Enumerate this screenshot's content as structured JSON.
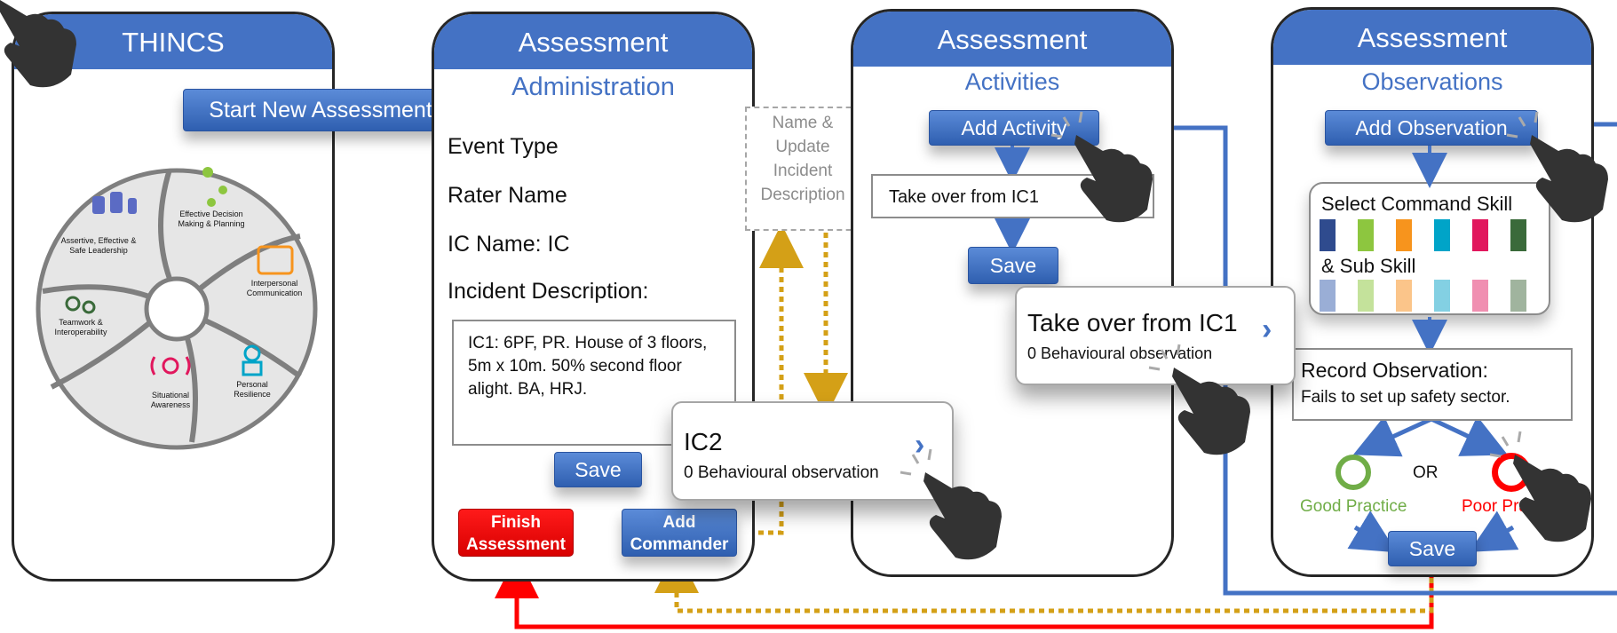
{
  "screens": {
    "home": {
      "title": "THINCS"
    },
    "admin": {
      "title": "Assessment",
      "subtitle": "Administration"
    },
    "activities": {
      "title": "Assessment",
      "subtitle": "Activities"
    },
    "observations": {
      "title": "Assessment",
      "subtitle": "Observations"
    }
  },
  "home": {
    "start_prompt": "Start New Assessment?",
    "wheel_segments": [
      "Assertive, Effective & Safe Leadership",
      "Effective Decision Making & Planning",
      "Interpersonal Communication",
      "Personal Resilience",
      "Situational Awareness",
      "Teamwork & Interoperability"
    ]
  },
  "admin": {
    "event_type": "Event Type",
    "rater_name": "Rater Name",
    "ic_name": "IC Name: IC",
    "incident_label": "Incident Description:",
    "incident_text": "IC1: 6PF, PR. House of 3 floors, 5m x 10m. 50% second floor alight.  BA, HRJ.",
    "save": "Save",
    "finish": "Finish Assessment",
    "add_commander": "Add Commander"
  },
  "name_update_note": "Name & Update Incident Description",
  "commander_card": {
    "name": "IC2",
    "observations": "0 Behavioural observation"
  },
  "activities": {
    "add": "Add Activity",
    "field_value": "Take over from IC1",
    "save": "Save"
  },
  "activity_card": {
    "name": "Take over from IC1",
    "observations": "0 Behavioural observation"
  },
  "observations": {
    "add": "Add Observation",
    "select_skill": "Select Command Skill",
    "sub_skill": "& Sub Skill",
    "record_label": "Record Observation:",
    "record_text": "Fails to set up safety sector.",
    "or": "OR",
    "good": "Good Practice",
    "poor": "Poor Practice",
    "save": "Save"
  },
  "colors": {
    "brand_blue": "#4472c4",
    "finish_red": "#ff0000",
    "dotted_gold": "#d4a017",
    "good_green": "#70ad47",
    "poor_red": "#ff0000",
    "skill_swatches": [
      "#2f4b8e",
      "#8dc63f",
      "#f7941d",
      "#00a4c8",
      "#e1175d",
      "#3a6a3a"
    ],
    "sub_skill_swatches": [
      "#9aaed6",
      "#c4e29b",
      "#fbc58a",
      "#83d0e3",
      "#f08fb1",
      "#a0b49e"
    ]
  }
}
